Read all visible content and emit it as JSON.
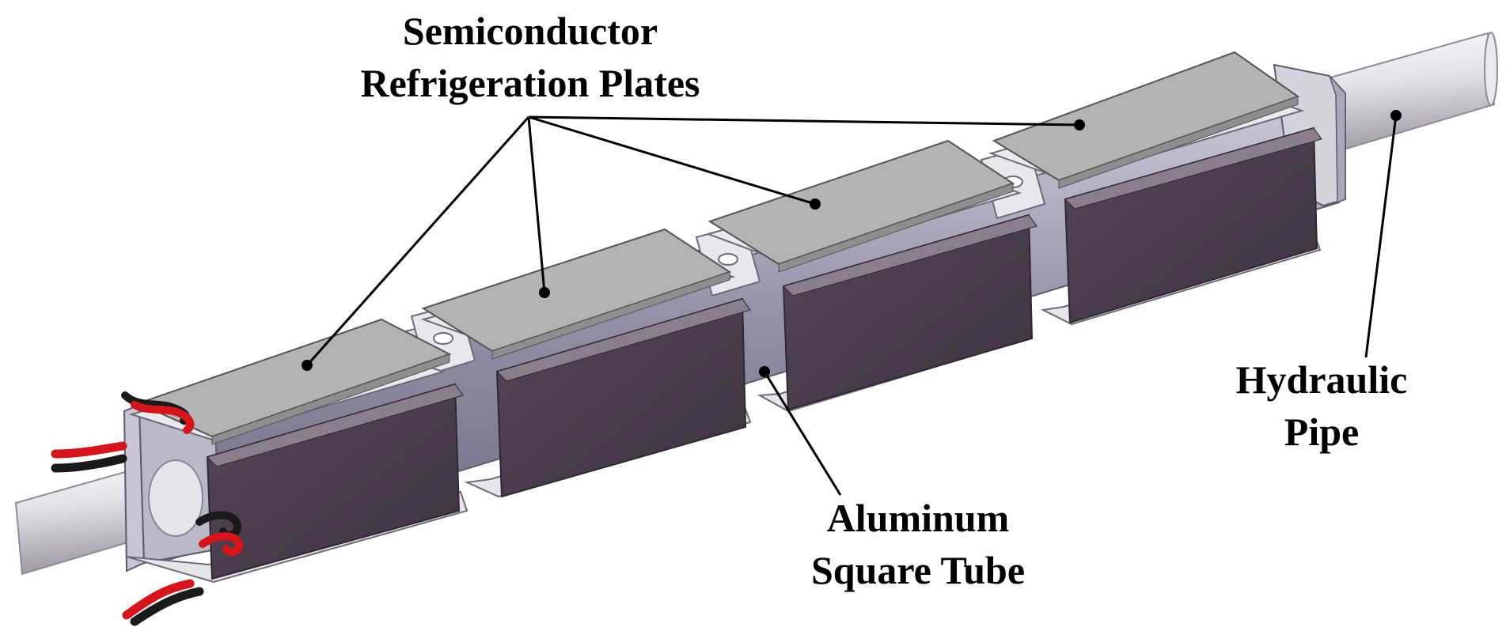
{
  "labels": {
    "semiconductor": {
      "line1": "Semiconductor",
      "line2": "Refrigeration Plates"
    },
    "hydraulic": {
      "line1": "Hydraulic",
      "line2": "Pipe"
    },
    "aluminum": {
      "line1": "Aluminum",
      "line2": "Square Tube"
    }
  },
  "colors": {
    "pipe": "#dedbe2",
    "plate_top": "#b3b3b3",
    "plate_side": "#4a3c4a",
    "tube": "#8d8a9e",
    "bracket": "#e6e6ea",
    "wire_red": "#d8141b",
    "wire_black": "#1a1a1a",
    "leader": "#000000"
  }
}
